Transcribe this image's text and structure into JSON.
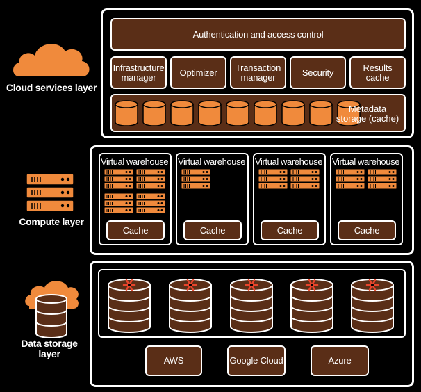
{
  "layers": {
    "cloud_services": {
      "label": "Cloud services layer",
      "auth": "Authentication and access control",
      "services": [
        "Infrastructure manager",
        "Optimizer",
        "Transaction manager",
        "Security",
        "Results cache"
      ],
      "metadata": "Metadata storage (cache)"
    },
    "compute": {
      "label": "Compute layer",
      "warehouses": [
        {
          "title": "Virtual warehouse",
          "cache": "Cache"
        },
        {
          "title": "Virtual warehouse",
          "cache": "Cache"
        },
        {
          "title": "Virtual warehouse",
          "cache": "Cache"
        },
        {
          "title": "Virtual warehouse",
          "cache": "Cache"
        }
      ]
    },
    "data_storage": {
      "label": "Data storage layer",
      "providers": [
        "AWS",
        "Google Cloud",
        "Azure"
      ]
    }
  },
  "colors": {
    "accent": "#f08a3c",
    "box_fill": "#5a2e17",
    "outline": "#ffffff",
    "snowflake": "#e8452c"
  },
  "icons": [
    "cloud-icon",
    "server-rack-icon",
    "database-cloud-icon",
    "database-icon",
    "snowflake-icon"
  ]
}
